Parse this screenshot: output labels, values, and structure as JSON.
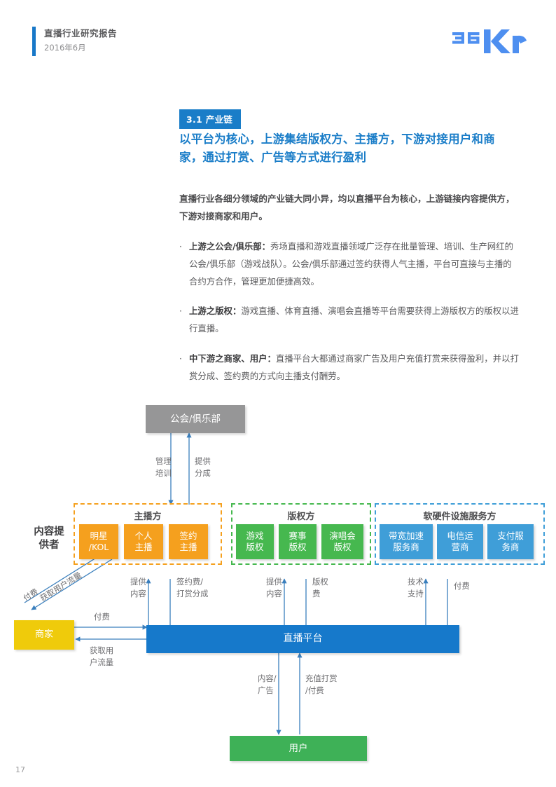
{
  "header": {
    "title": "直播行业研究报告",
    "subtitle": "2016年6月",
    "logo_name": "36Kr",
    "accent_color": "#1878c8"
  },
  "section": {
    "tag": "3.1 产业链",
    "headline": "以平台为核心，上游集结版权方、主播方，下游对接用户和商家，通过打赏、广告等方式进行盈利"
  },
  "body": {
    "lead": "直播行业各细分领域的产业链大同小异，均以直播平台为核心，上游链接内容提供方，下游对接商家和用户。",
    "bullets": [
      {
        "marker": "·",
        "bold": "上游之公会/俱乐部：",
        "text": "秀场直播和游戏直播领域广泛存在批量管理、培训、生产网红的公会/俱乐部（游戏战队）。公会/俱乐部通过签约获得人气主播，平台可直接与主播的合约方合作，管理更加便捷高效。"
      },
      {
        "marker": "·",
        "bold": "上游之版权：",
        "text": "游戏直播、体育直播、演唱会直播等平台需要获得上游版权方的版权以进行直播。"
      },
      {
        "marker": "·",
        "bold": "中下游之商家、用户：",
        "text": "直播平台大都通过商家广告及用户充值打赏来获得盈利，并以打赏分成、签约费的方式向主播支付酬劳。"
      }
    ]
  },
  "diagram": {
    "side_label": "内容提\n供者",
    "guild_box": "公会/俱乐部",
    "platform_box": "直播平台",
    "merchant_box": "商家",
    "user_box": "用户",
    "groups": [
      {
        "title": "主播方",
        "color": "#f5a01e",
        "nodes": [
          "明星\n/KOL",
          "个人\n主播",
          "签约\n主播"
        ]
      },
      {
        "title": "版权方",
        "color": "#46b84f",
        "nodes": [
          "游戏\n版权",
          "赛事\n版权",
          "演唱会\n版权"
        ]
      },
      {
        "title": "软硬件设施服务方",
        "color": "#3f9ed8",
        "nodes": [
          "带宽加速\n服务商",
          "电信运\n营商",
          "支付服\n务商"
        ]
      }
    ],
    "flow_labels": {
      "guild_down": "管理\n培训",
      "guild_up": "提供\n分成",
      "anchor_up": "提供\n内容",
      "anchor_down": "签约费/\n打赏分成",
      "copyright_up": "提供\n内容",
      "copyright_down": "版权\n费",
      "service_up": "技术\n支持",
      "service_down": "付费",
      "merchant_pay": "付费",
      "merchant_traffic": "获取用\n户流量",
      "diag_pay": "付费",
      "diag_traffic": "获取用户流量",
      "user_down": "内容/\n广告",
      "user_up": "充值打赏\n/付费"
    },
    "colors": {
      "guild_gray": "#969697",
      "platform_blue": "#1679cb",
      "merchant_yellow": "#efcb0b",
      "user_green": "#3eb157",
      "arrow_blue": "#3a7fbd"
    }
  },
  "footer": {
    "page_number": "17"
  }
}
